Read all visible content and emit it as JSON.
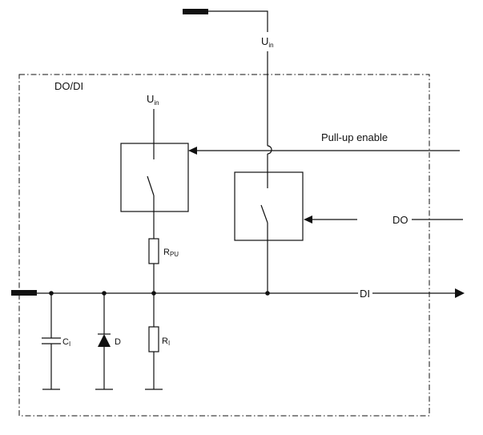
{
  "labels": {
    "uin_top": "U",
    "uin_top_sub": "in",
    "module": "DO/DI",
    "uin_inner": "U",
    "uin_inner_sub": "in",
    "pull_up_enable": "Pull-up enable",
    "do_signal": "DO",
    "di_signal": "DI",
    "rpu": "R",
    "rpu_sub": "PU",
    "ri": "R",
    "ri_sub": "I",
    "ci": "C",
    "ci_sub": "I",
    "diode": "D"
  }
}
